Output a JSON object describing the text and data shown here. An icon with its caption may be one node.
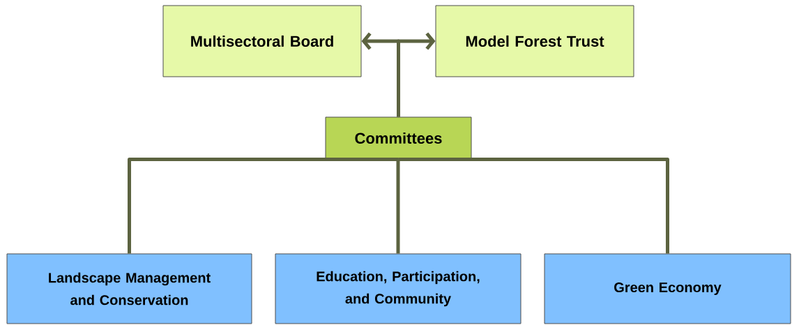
{
  "diagram": {
    "nodes": [
      {
        "text": [
          "Multisectoral Board"
        ]
      },
      {
        "text": [
          "Model Forest Trust"
        ]
      },
      {
        "text": [
          "Committees"
        ]
      },
      {
        "text": [
          "Landscape Management and Conservation"
        ]
      },
      {
        "text": [
          "Education, Participation, and Community"
        ]
      },
      {
        "text": [
          "Green Economy"
        ]
      }
    ],
    "edges": [
      {
        "from": 2,
        "to": 0,
        "arrow": "to"
      },
      {
        "from": 2,
        "to": 1,
        "arrow": "to"
      },
      {
        "from": 2,
        "to": 3,
        "arrow": "none"
      },
      {
        "from": 2,
        "to": 4,
        "arrow": "none"
      },
      {
        "from": 2,
        "to": 5,
        "arrow": "none"
      }
    ]
  }
}
